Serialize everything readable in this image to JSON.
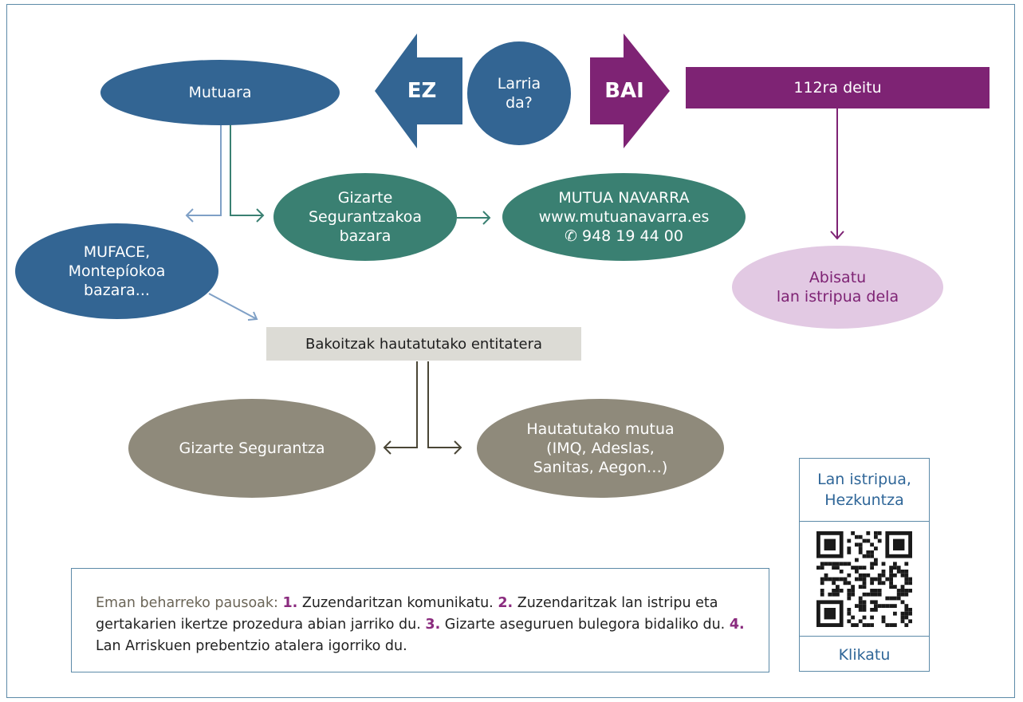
{
  "nodes": {
    "mutuara": "Mutuara",
    "ez": "EZ",
    "larria": [
      "Larria",
      "da?"
    ],
    "bai": "BAI",
    "deitu": "112ra deitu",
    "gizarte_seg_bazara": [
      "Gizarte",
      "Segurantzakoa",
      "bazara"
    ],
    "mutua_navarra": [
      "MUTUA NAVARRA",
      "www.mutuanavarra.es",
      "✆ 948 19 44 00"
    ],
    "muface": [
      "MUFACE,",
      "Montepíokoa",
      "bazara..."
    ],
    "abisatu": [
      "Abisatu",
      "lan istripua dela"
    ],
    "bakoitzak": "Bakoitzak hautatutako entitatera",
    "gizarte_segurantza": "Gizarte Segurantza",
    "hautatutako": [
      "Hautatutako mutua",
      "(IMQ, Adeslas,",
      "Sanitas, Aegon…)"
    ]
  },
  "note": {
    "lead": "Eman beharreko pausoak:",
    "steps": [
      {
        "num": "1.",
        "text": "Zuzendaritzan komunikatu."
      },
      {
        "num": "2.",
        "text": "Zuzendaritzak lan istripu eta gertakarien ikertze prozedura abian jarriko du."
      },
      {
        "num": "3.",
        "text": "Gizarte aseguruen bulegora bidaliko du."
      },
      {
        "num": "4.",
        "text": "Lan Arriskuen prebentzio atalera igorriko du."
      }
    ]
  },
  "qr": {
    "title": [
      "Lan istripua,",
      "Hezkuntza"
    ],
    "link": "Klikatu"
  },
  "colors": {
    "blue": "#336593",
    "green": "#3a8072",
    "gray": "#8f8a7b",
    "purple": "#7e2374",
    "lavender": "#e2c9e3"
  }
}
